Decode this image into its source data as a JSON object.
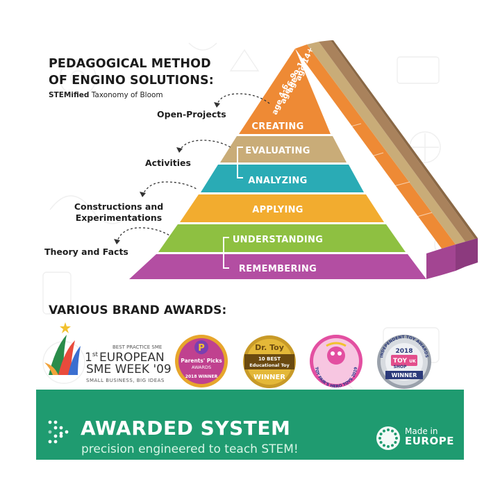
{
  "header": {
    "title_line1": "PEDAGOGICAL METHOD",
    "title_line2": "OF ENGINO SOLUTIONS:",
    "subtitle_bold": "STEMified",
    "subtitle_rest": " Taxonomy of Bloom"
  },
  "pyramid": {
    "levels": [
      {
        "label": "CREATING",
        "color": "#ee8a35"
      },
      {
        "label": "EVALUATING",
        "color": "#c9ac78"
      },
      {
        "label": "ANALYZING",
        "color": "#2aabb5"
      },
      {
        "label": "APPLYING",
        "color": "#f2ac2f"
      },
      {
        "label": "UNDERSTANDING",
        "color": "#8ec041"
      },
      {
        "label": "REMEMBERING",
        "color": "#b34ea2"
      }
    ],
    "ages": [
      "age 4-6",
      "age 6-9",
      "age 9-14",
      "age 14+"
    ],
    "age_colors": [
      "#ee8a35",
      "#c9ac78",
      "#a9825c",
      "#8a6845"
    ]
  },
  "activities": {
    "open_projects": "Open-Projects",
    "activities": "Activities",
    "constructions_line1": "Constructions and",
    "constructions_line2": "Experimentations",
    "theory": "Theory and Facts"
  },
  "awards": {
    "title": "VARIOUS BRAND AWARDS:",
    "sme": {
      "best_practice": "BEST PRACTICE SME",
      "line1_num": "1",
      "line1_sup": "st",
      "line1_word": "EUROPEAN",
      "line2": "SME WEEK '09",
      "tagline": "SMALL BUSINESS, BIG IDEAS"
    },
    "parents_picks": {
      "line1": "Parents' Picks",
      "line2": "AWARDS",
      "line3": "2018 WINNER"
    },
    "dr_toy": {
      "brand": "Dr. Toy",
      "line1": "10 BEST",
      "line2": "Educational Toy",
      "line3": "WINNER"
    },
    "toy_fair": {
      "text": "TOY FAIR'S HERO TOYS 2019"
    },
    "toy_shop": {
      "arc": "INDEPENDENT TOY AWARDS",
      "year": "2018",
      "brand1": "TOY",
      "brand2": "SHOP",
      "brand3": "UK",
      "winner": "WINNER"
    }
  },
  "banner": {
    "title": "AWARDED SYSTEM",
    "subtitle": "precision engineered to teach STEM!",
    "made_in_line1": "Made in",
    "made_in_line2": "EUROPE"
  },
  "colors": {
    "banner": "#1f9b70",
    "heading": "#1b1b1b"
  }
}
